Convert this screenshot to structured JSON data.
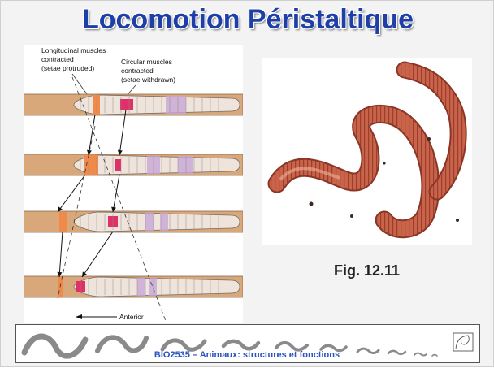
{
  "slide": {
    "title": "Locomotion Péristaltique",
    "figure_label": "Fig. 12.11",
    "footer": "BIO2535 – Animaux: structures et fonctions"
  },
  "diagram": {
    "label_longitudinal": [
      "Longitudinal muscles",
      "contracted",
      "(setae protruded)"
    ],
    "label_circular": [
      "Circular muscles",
      "contracted",
      "(setae withdrawn)"
    ],
    "direction_label": "Anterior"
  },
  "colors": {
    "title": "#1e3fa8",
    "tube": "#d9a87a",
    "worm": "#eee4dc",
    "longitudinal": "#f08a4a",
    "circular": "#e0306a",
    "band": "#c8a6d8",
    "footer_text": "#2a52c0"
  },
  "icons": [
    "earthworm-photo",
    "worm-sequence-decoration",
    "spiral-logo"
  ]
}
